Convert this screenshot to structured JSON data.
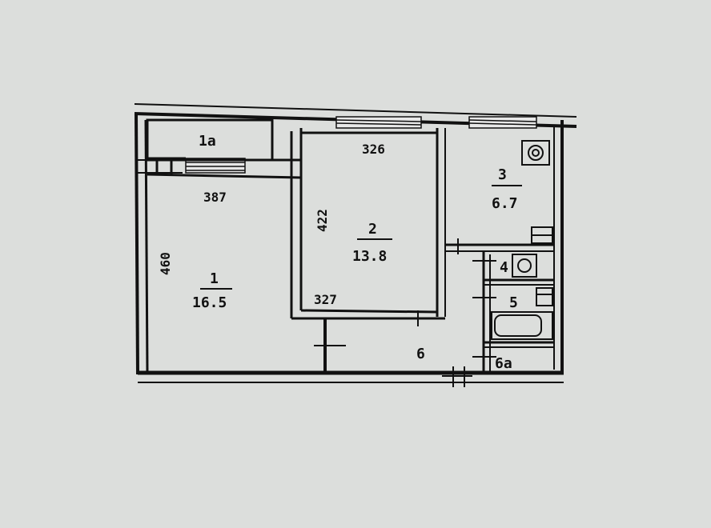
{
  "colors": {
    "paper": "#dcdedc",
    "ink": "#111111",
    "window_fill": "#e8e8e8"
  },
  "rooms": [
    {
      "id": "1",
      "area": "16.5"
    },
    {
      "id": "1a",
      "area": ""
    },
    {
      "id": "2",
      "area": "13.8"
    },
    {
      "id": "3",
      "area": "6.7"
    },
    {
      "id": "4",
      "area": ""
    },
    {
      "id": "5",
      "area": ""
    },
    {
      "id": "6",
      "area": ""
    },
    {
      "id": "6a",
      "area": ""
    }
  ],
  "labels": {
    "room_1a": "1a",
    "room_1": "1",
    "room_1_area": "16.5",
    "room_2": "2",
    "room_2_area": "13.8",
    "room_3": "3",
    "room_3_area": "6.7",
    "room_4": "4",
    "room_5": "5",
    "room_6": "6",
    "room_6a": "6a",
    "dim_room1_width": "387",
    "dim_room1_height": "460",
    "dim_room2_top": "326",
    "dim_room2_height": "422",
    "dim_room2_bottom": "327"
  },
  "fixtures": [
    "stove-icon",
    "washbasin-icon",
    "bathtub-icon",
    "toilet-icon"
  ]
}
